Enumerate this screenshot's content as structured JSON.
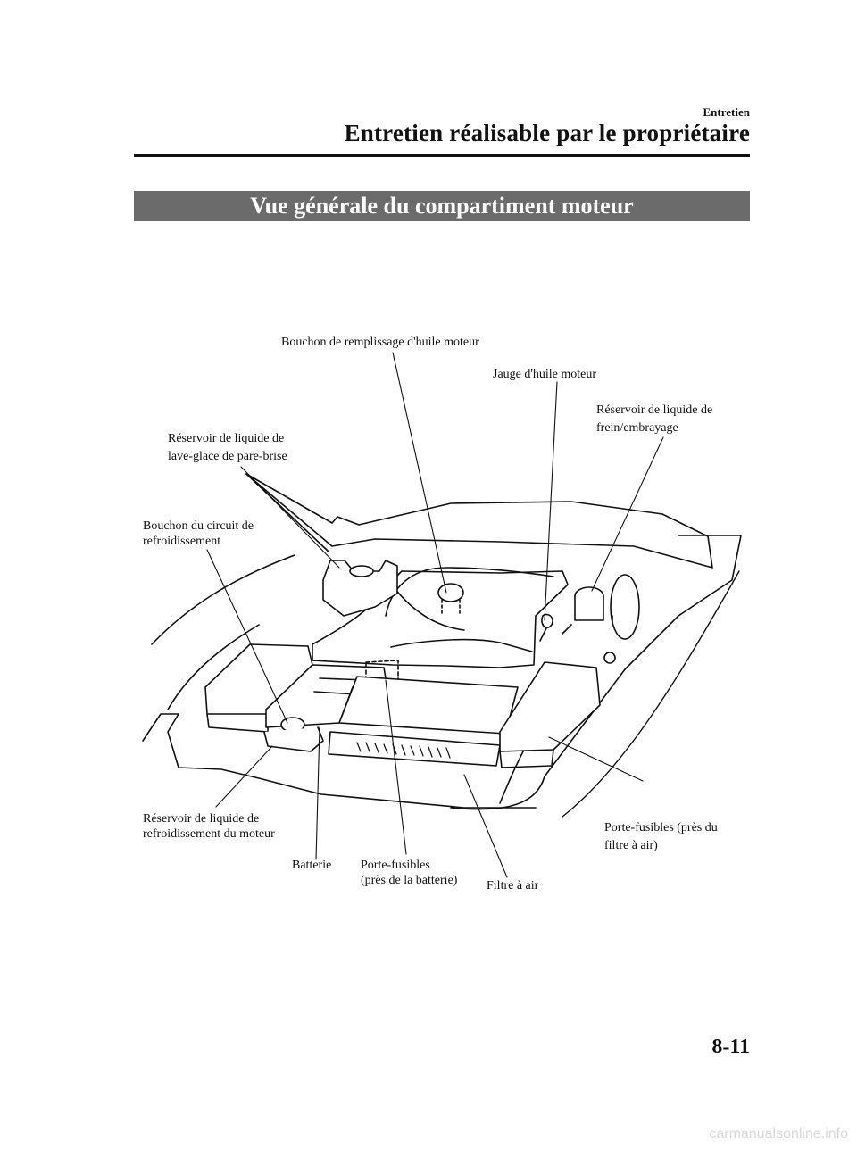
{
  "header": {
    "section": "Entretien",
    "title": "Entretien réalisable par le propriétaire"
  },
  "banner": {
    "title": "Vue générale du compartiment moteur"
  },
  "labels": {
    "oil_filler_cap": "Bouchon de remplissage d'huile moteur",
    "oil_dipstick": "Jauge d'huile moteur",
    "brake_reservoir_1": "Réservoir de liquide de",
    "brake_reservoir_2": "frein/embrayage",
    "washer_reservoir_1": "Réservoir de liquide de",
    "washer_reservoir_2": "lave-glace de pare-brise",
    "cooling_cap_1": "Bouchon du circuit de",
    "cooling_cap_2": "refroidissement",
    "coolant_reservoir_1": "Réservoir de liquide de",
    "coolant_reservoir_2": "refroidissement du moteur",
    "battery": "Batterie",
    "fuse_battery_1": "Porte-fusibles",
    "fuse_battery_2": "(près de la batterie)",
    "air_filter": "Filtre à air",
    "fuse_airfilter_1": "Porte-fusibles (près du",
    "fuse_airfilter_2": "filtre à air)"
  },
  "footer": {
    "page_number": "8-11",
    "watermark": "carmanualsonline.info"
  }
}
